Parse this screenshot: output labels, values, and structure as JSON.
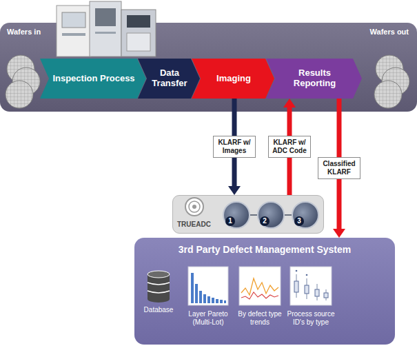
{
  "diagram": {
    "nodes": [
      {
        "text": [
          "Wafers in",
          "Wafers out"
        ]
      },
      {
        "text": [
          "Inspection Process"
        ],
        "in": 0
      },
      {
        "text": [
          "Data Transfer"
        ],
        "in": 0
      },
      {
        "text": [
          "Imaging"
        ],
        "in": 0
      },
      {
        "text": [
          "Results Reporting"
        ],
        "in": 0
      },
      {
        "text": [
          "TRUEADC"
        ]
      },
      {
        "text": [
          "1"
        ],
        "in": 5
      },
      {
        "text": [
          "2"
        ],
        "in": 5
      },
      {
        "text": [
          "3"
        ],
        "in": 5
      },
      {
        "text": [
          "3rd Party Defect Management System"
        ]
      }
    ],
    "edges": [
      {
        "from": 3,
        "to": 5,
        "arrow": "to",
        "label": "KLARF w/ Images"
      },
      {
        "from": 5,
        "to": 4,
        "arrow": "to",
        "label": "KLARF w/ ADC Code"
      },
      {
        "from": 4,
        "to": 9,
        "arrow": "to",
        "label": "Classified KLARF"
      },
      {
        "from": 6,
        "to": 7,
        "arrow": "none"
      },
      {
        "from": 7,
        "to": 8,
        "arrow": "none"
      }
    ],
    "labels": [
      "Database",
      "Layer Pareto (Multi-Lot)",
      "By defect type trends",
      "Process source ID's by type"
    ]
  }
}
